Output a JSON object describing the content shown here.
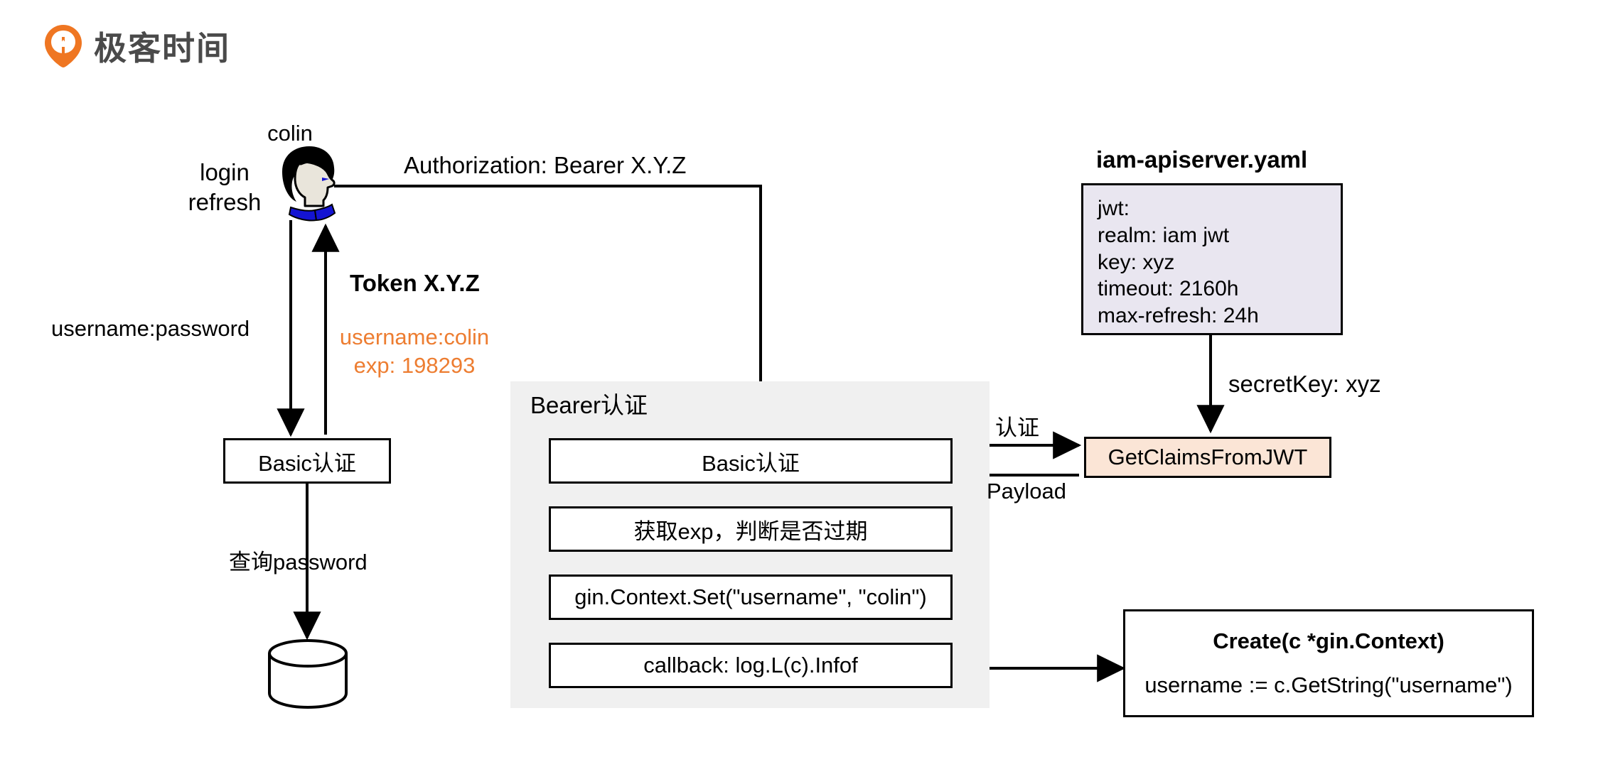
{
  "brand": {
    "name": "极客时间",
    "logo_icon": "geek-time-logo-icon",
    "logo_color": "#ef7622"
  },
  "diagram": {
    "title": "IAM Bearer / Basic authentication flow",
    "actor": {
      "name": "colin",
      "icon": "user-head-profile-icon",
      "actions_label": "login\nrefresh"
    },
    "labels": {
      "credentials": "username:password",
      "authorization_header": "Authorization: Bearer X.Y.Z",
      "token_title": "Token X.Y.Z",
      "token_claim_username": "username:colin",
      "token_claim_exp": "exp: 198293",
      "query_password": "查询password",
      "auth_request": "认证",
      "auth_response": "Payload",
      "secret_key": "secretKey: xyz",
      "panel_title": "Bearer认证"
    },
    "yaml_box": {
      "title_prefix": "iam",
      "title_suffix": "-apiserver.yaml",
      "title": "iam-apiserver.yaml",
      "lines": [
        "jwt:",
        "  realm: iam jwt",
        "  key: xyz",
        "  timeout: 2160h",
        "  max-refresh: 24h"
      ],
      "fill_color": "#e9e6f0"
    },
    "basic_auth_left": {
      "label": "Basic认证"
    },
    "database": {
      "icon": "database-cylinder-icon"
    },
    "pipeline_steps": [
      {
        "label": "Basic认证"
      },
      {
        "label": "获取exp，判断是否过期"
      },
      {
        "label": "gin.Context.Set(\"username\", \"colin\")"
      },
      {
        "label": "callback: log.L(c).Infof"
      }
    ],
    "jwt_helper": {
      "label": "GetClaimsFromJWT",
      "fill_color": "#fbe5d6"
    },
    "handler_box": {
      "title": "Create(c *gin.Context)",
      "body": "username := c.GetString(\"username\")"
    },
    "colors": {
      "panel_background": "#f0f0f0",
      "accent_orange": "#ed7d31",
      "stroke": "#000000",
      "hair": "#000000",
      "skin": "#e9e5db",
      "collar": "#1414d2"
    }
  }
}
